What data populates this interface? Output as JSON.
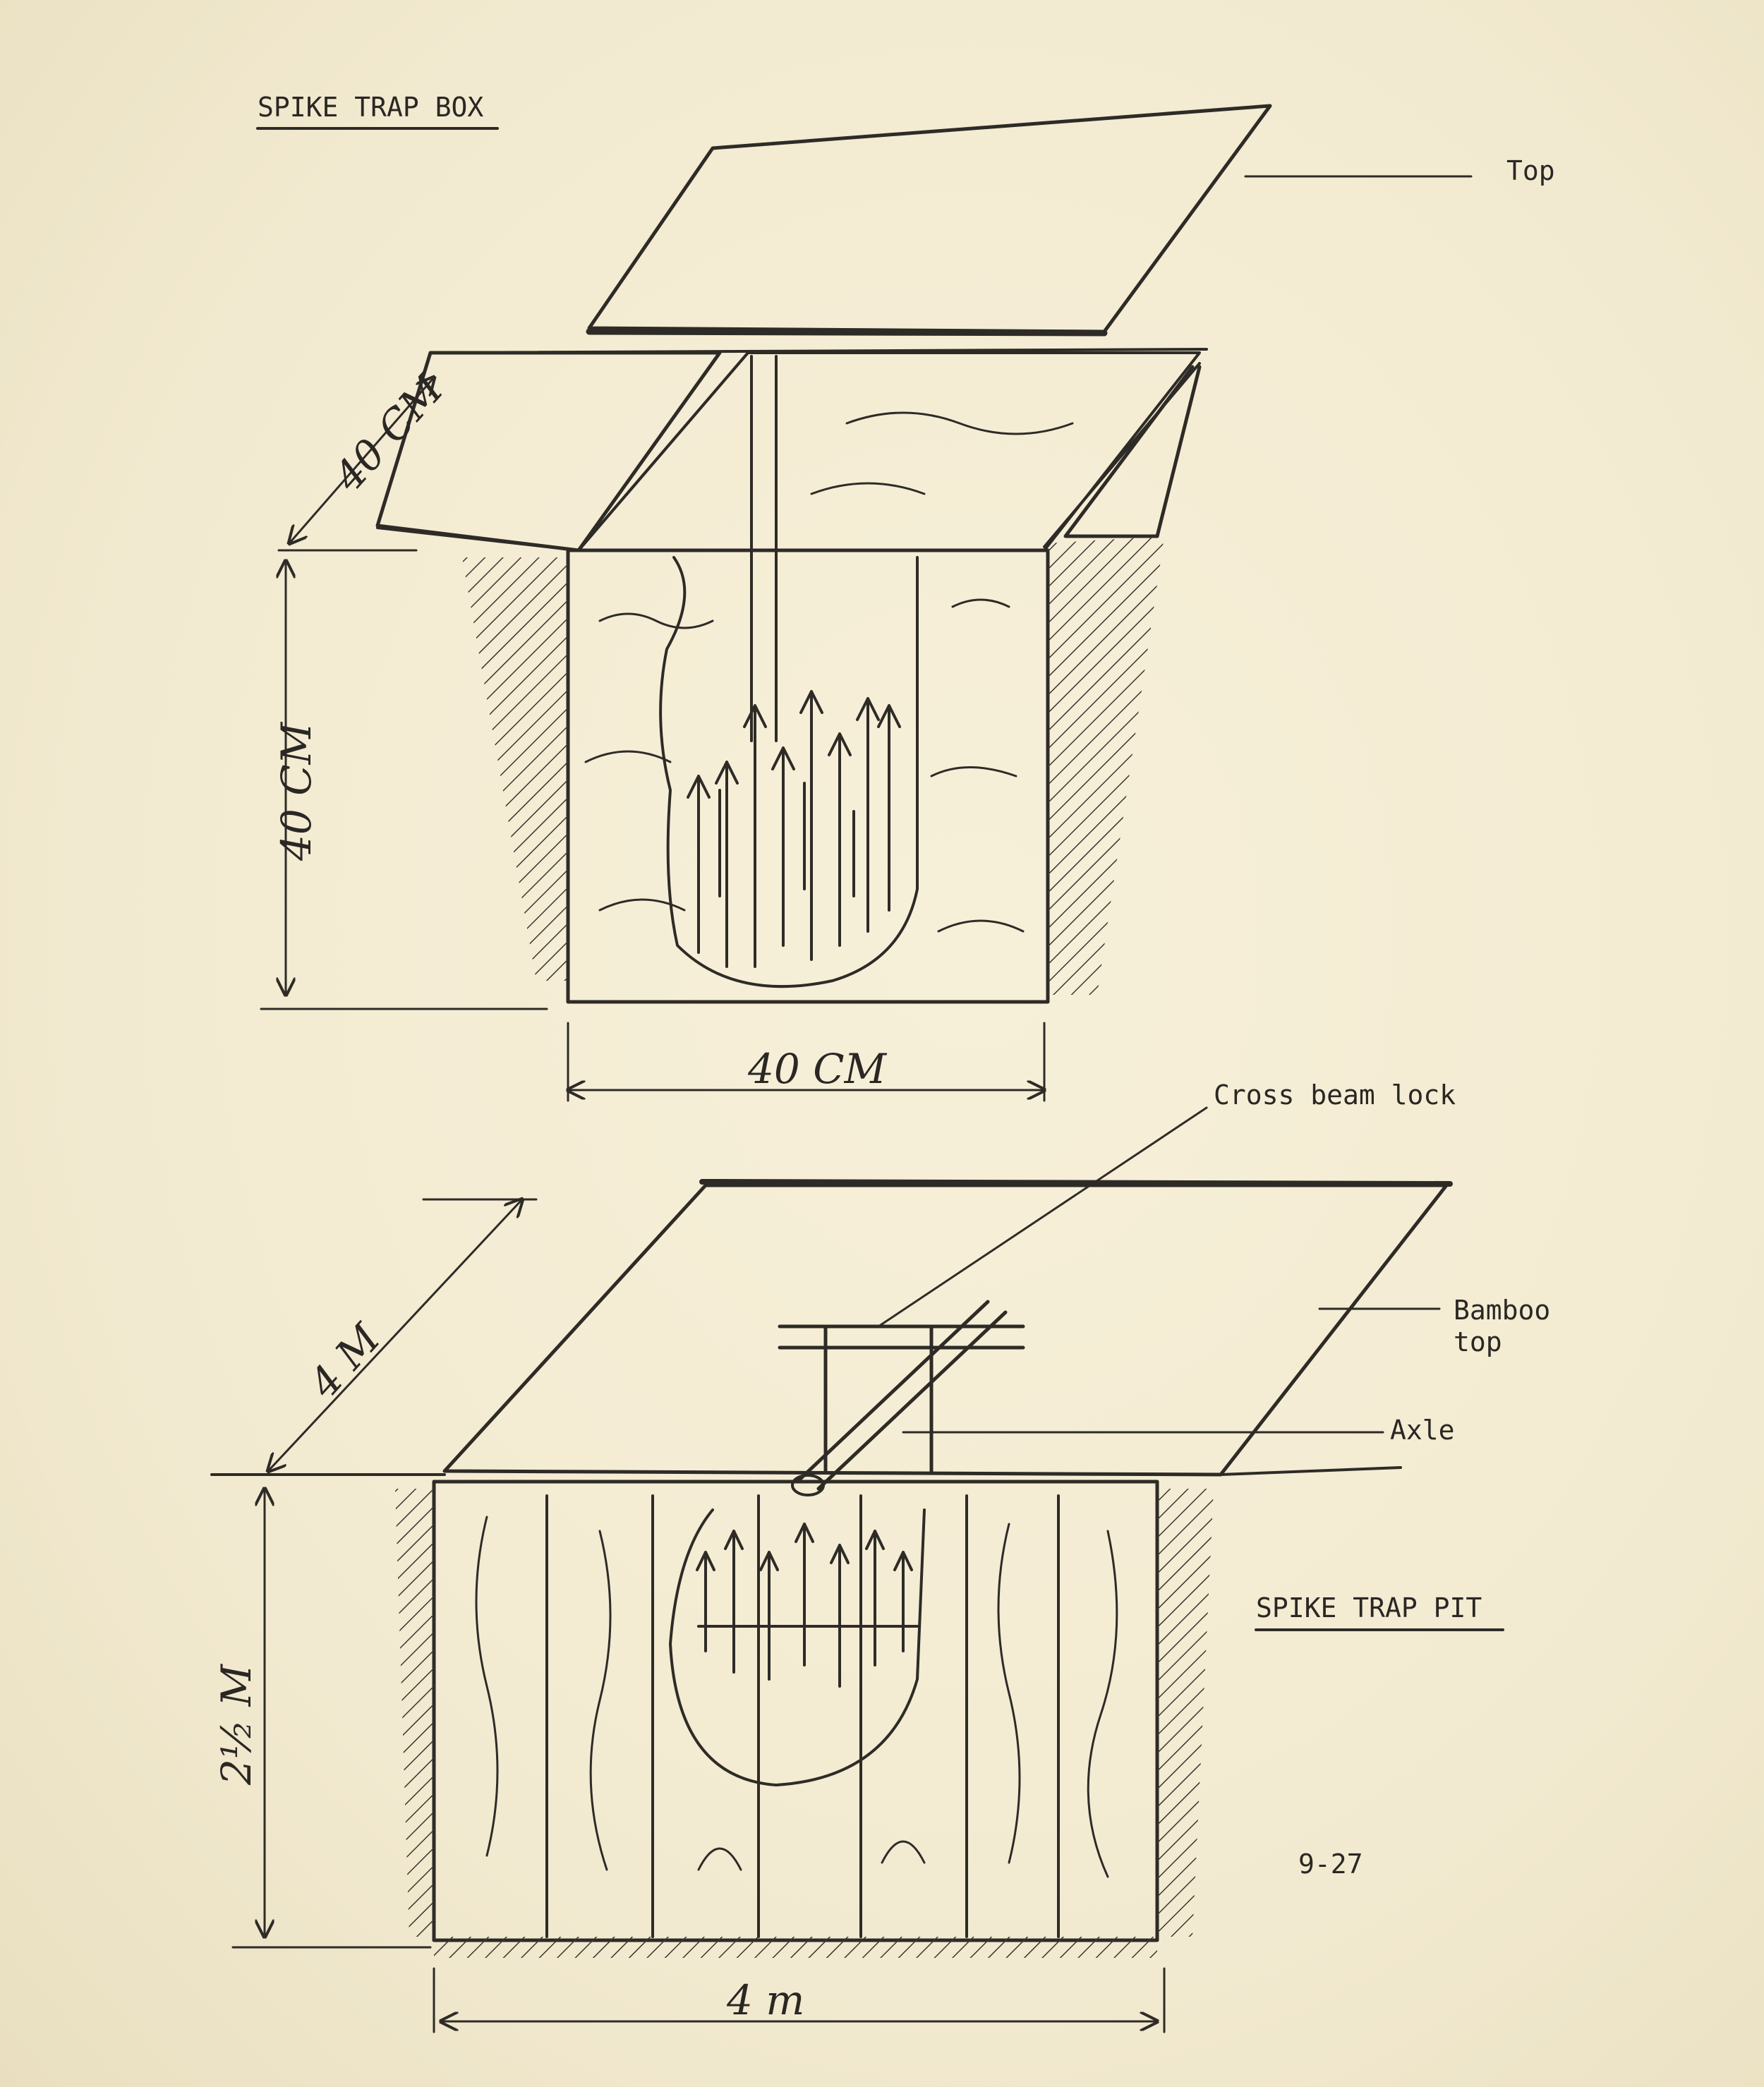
{
  "box": {
    "title": "SPIKE TRAP BOX",
    "label_top": "Top",
    "dim_side": "40 CM",
    "dim_depth": "40 CM",
    "dim_width": "40 CM"
  },
  "pit": {
    "title": "SPIKE TRAP PIT",
    "label_cross_beam": "Cross beam lock",
    "label_bamboo_line1": "Bamboo",
    "label_bamboo_line2": "top",
    "label_axle": "Axle",
    "dim_side": "4 M",
    "dim_depth": "2½ M",
    "dim_width": "4 m"
  },
  "page_number": "9-27",
  "colors": {
    "paper": "#f3ecd3",
    "ink": "#2e2b27"
  }
}
